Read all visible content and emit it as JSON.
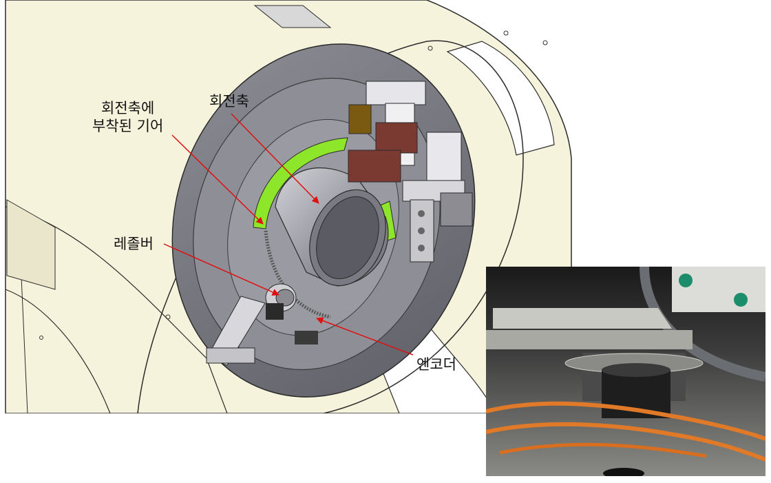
{
  "labels": {
    "gear_line1": "회전축에",
    "gear_line2": "부착된 기어",
    "shaft": "회전축",
    "resolver": "레졸버",
    "encoder": "엔코더"
  },
  "colors": {
    "housing": "#f6f3dc",
    "housing_edge": "#2a2a2a",
    "flange": "#7c7c84",
    "gear": "#8ee62a",
    "shaft": "#a8a8b0",
    "brake_pads": "#7a3a32",
    "annotation_arrow": "#e01010"
  }
}
